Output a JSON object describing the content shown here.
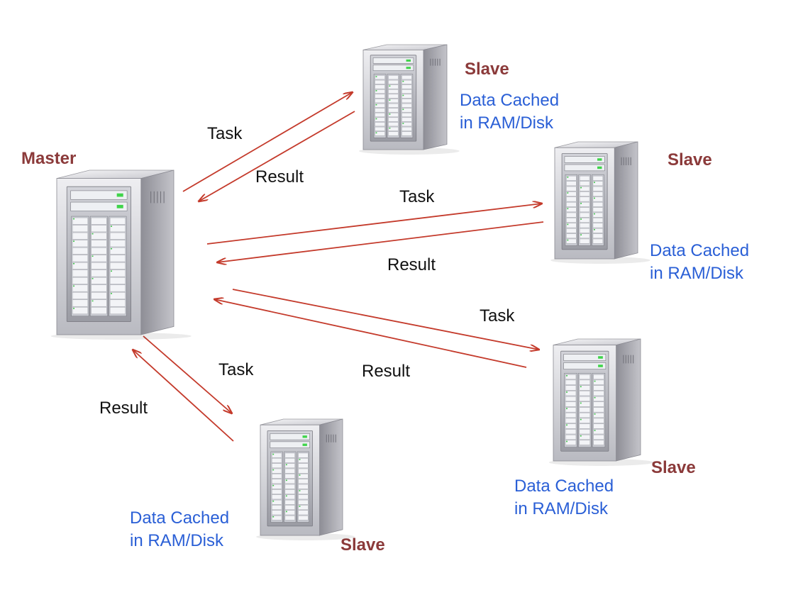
{
  "colors": {
    "node_title": "#8b3a3a",
    "cache_note": "#2a5fd6",
    "edge_label": "#111111",
    "arrow": "#c43a2b",
    "server_body": "#a6a6ad",
    "server_front": "#d9dadf"
  },
  "icons": {
    "server": "server-tower-icon"
  },
  "master": {
    "title": "Master"
  },
  "slaves": [
    {
      "title": "Slave",
      "cache_line1": "Data Cached",
      "cache_line2": "in RAM/Disk"
    },
    {
      "title": "Slave",
      "cache_line1": "Data Cached",
      "cache_line2": "in RAM/Disk"
    },
    {
      "title": "Slave",
      "cache_line1": "Data Cached",
      "cache_line2": "in RAM/Disk"
    },
    {
      "title": "Slave",
      "cache_line1": "Data Cached",
      "cache_line2": "in RAM/Disk"
    }
  ],
  "links": [
    {
      "task_label": "Task",
      "result_label": "Result"
    },
    {
      "task_label": "Task",
      "result_label": "Result"
    },
    {
      "task_label": "Task",
      "result_label": "Result"
    },
    {
      "task_label": "Task",
      "result_label": "Result"
    }
  ]
}
